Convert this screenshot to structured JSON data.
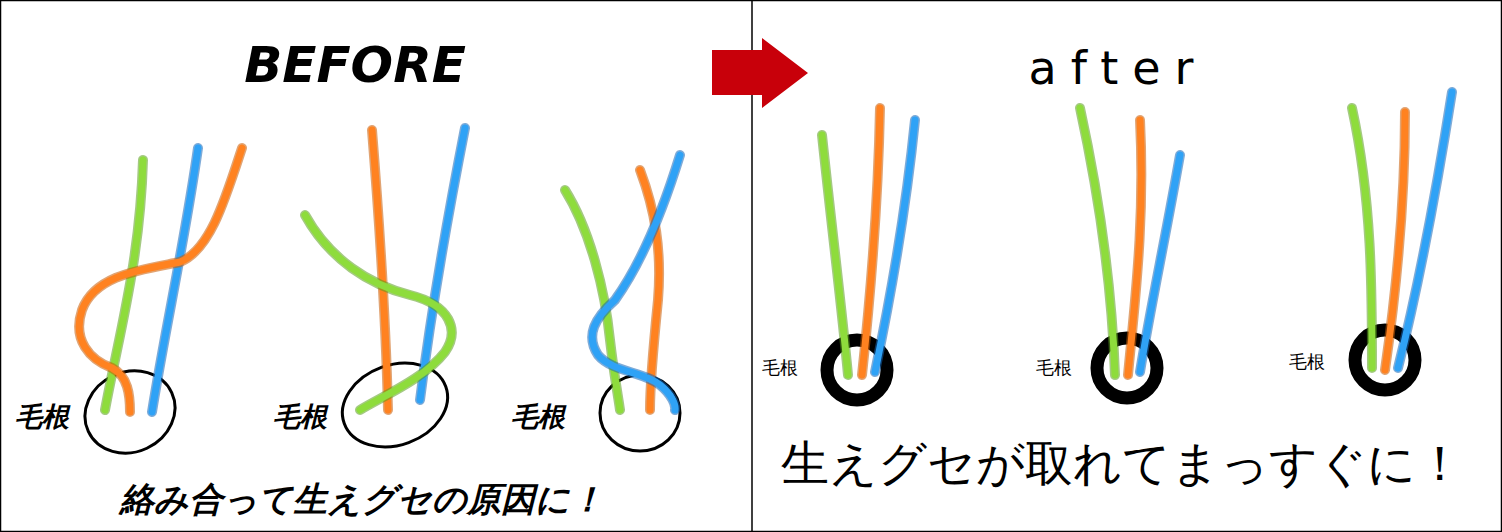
{
  "diagram": {
    "labels": [
      "BEFORE",
      "毛根",
      "毛根",
      "毛根",
      "絡み合って生えグセの原因に！",
      "after",
      "毛根",
      "毛根",
      "毛根",
      "生えグセが取れてまっすぐに！"
    ]
  }
}
